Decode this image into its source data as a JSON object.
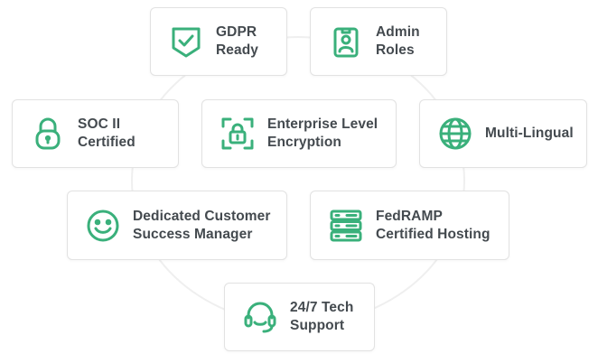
{
  "accent_color": "#3ab07b",
  "features": [
    {
      "id": "gdpr",
      "icon": "shield-check-icon",
      "line1": "GDPR",
      "line2": "Ready"
    },
    {
      "id": "admin",
      "icon": "id-badge-icon",
      "line1": "Admin",
      "line2": "Roles"
    },
    {
      "id": "soc",
      "icon": "lock-icon",
      "line1": "SOC II",
      "line2": "Certified"
    },
    {
      "id": "encryption",
      "icon": "scan-lock-icon",
      "line1": "Enterprise Level",
      "line2": "Encryption"
    },
    {
      "id": "lingual",
      "icon": "globe-icon",
      "line1": "Multi-Lingual",
      "line2": ""
    },
    {
      "id": "csm",
      "icon": "smiley-icon",
      "line1": "Dedicated Customer",
      "line2": "Success Manager"
    },
    {
      "id": "fedramp",
      "icon": "server-icon",
      "line1": "FedRAMP",
      "line2": "Certified Hosting"
    },
    {
      "id": "support",
      "icon": "headset-icon",
      "line1": "24/7 Tech",
      "line2": "Support"
    }
  ]
}
